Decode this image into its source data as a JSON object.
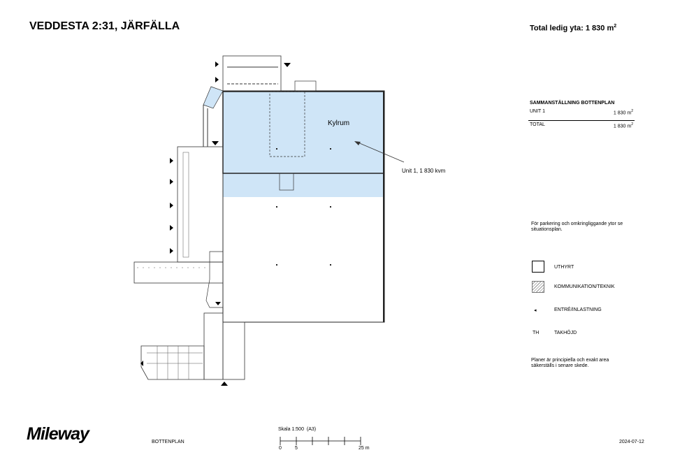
{
  "header": {
    "title": "VEDDESTA 2:31, JÄRFÄLLA",
    "total_label": "Total ledig yta: 1 830 m",
    "total_sup": "2"
  },
  "summary": {
    "title": "SAMMANSTÄLLNING BOTTENPLAN",
    "rows": [
      {
        "label": "UNIT 1",
        "value": "1 830 m",
        "sup": "2"
      }
    ],
    "total": {
      "label": "TOTAL",
      "value": "1 830 m",
      "sup": "2"
    }
  },
  "plan": {
    "room_label": "Kylrum",
    "unit_label": "Unit 1, 1 830 kvm",
    "highlight_color": "#cfe5f7"
  },
  "notes": {
    "parking": "För parkering och omkringliggande ytor se situationsplan.",
    "disclaimer": "Planer är principiella och exakt area säkerställs i senare skede."
  },
  "legend": [
    {
      "symbol": "box",
      "label": "UTHYRT"
    },
    {
      "symbol": "hatch",
      "label": "KOMMUNIKATION/TEKNIK"
    },
    {
      "symbol": "◂",
      "label": "ENTRÉ/INLASTNING"
    },
    {
      "symbol": "TH",
      "label": "TAKHÖJD"
    }
  ],
  "footer": {
    "logo": "Mileway",
    "plan_name": "BOTTENPLAN",
    "scale": "Skala 1:500",
    "paper": "(A3)",
    "scale_ticks": [
      "0",
      "5",
      "25 m"
    ],
    "date": "2024-07-12"
  }
}
